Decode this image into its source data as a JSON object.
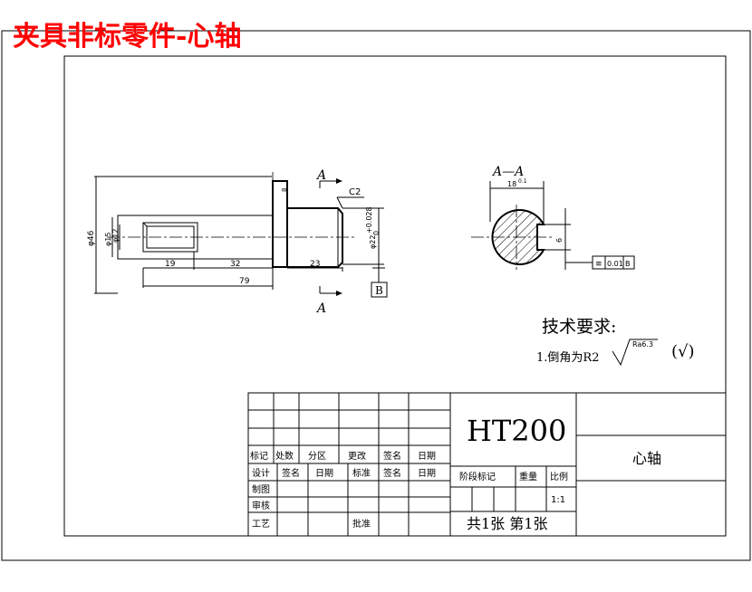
{
  "title": "夹具非标零件-心轴",
  "colors": {
    "title": "#ff0000",
    "line": "#000000"
  },
  "views": {
    "section_label": "A",
    "section_title": "A—A",
    "datum_label": "B"
  },
  "dimensions": {
    "chamfer": "C2",
    "d_outer": "φ46",
    "d_hole": "φ15",
    "d_hole2": "φ12",
    "len_19": "19",
    "len_32": "32",
    "len_23": "23",
    "len_79": "79",
    "d_shaft": "φ22",
    "tol_upper": "+0.028",
    "tol_lower": "0",
    "flange_w": "8",
    "key_depth": "18",
    "key_tol": "0.1",
    "key_width": "6"
  },
  "tolerance_frame": {
    "symbol": "≡",
    "value": "0.01",
    "datum": "B"
  },
  "tech_requirements": {
    "heading": "技术要求:",
    "item1": "1.倒角为R2",
    "roughness": "Ra6.3",
    "mark": "(√)"
  },
  "title_block": {
    "material": "HT200",
    "part_name": "心轴",
    "row_labels": [
      "标记",
      "处数",
      "分区",
      "更改",
      "签名",
      "日期"
    ],
    "sign_labels": [
      "设计",
      "签名",
      "日期",
      "标准",
      "签名",
      "日期"
    ],
    "side_labels": [
      "制图",
      "审核",
      "工艺"
    ],
    "approve": "批准",
    "stage": "阶段标记",
    "weight": "重量",
    "scale_label": "比例",
    "scale": "1:1",
    "sheets": "共1张  第1张"
  }
}
